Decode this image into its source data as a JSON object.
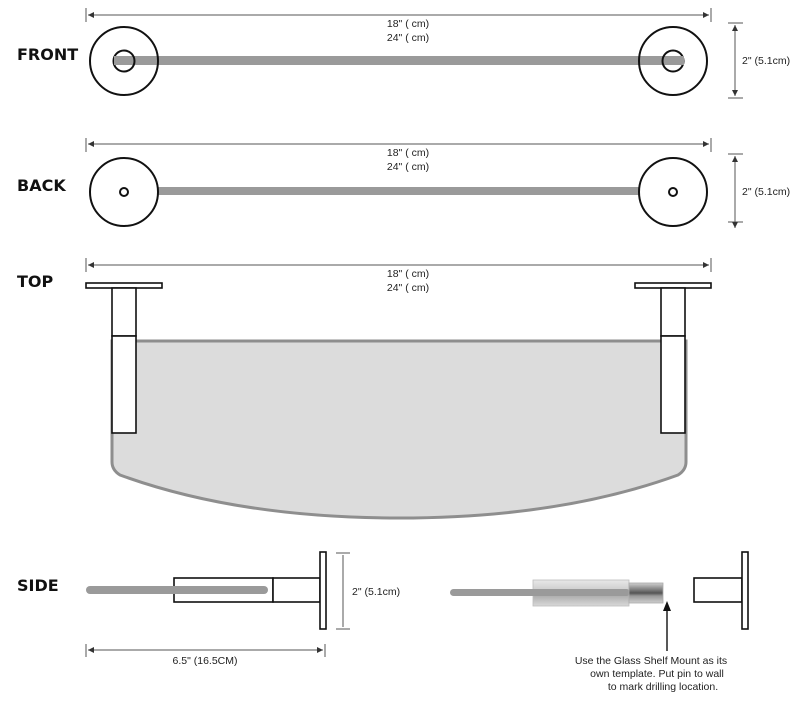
{
  "views": {
    "front": {
      "label": "FRONT",
      "width_dims": [
        "18\" (  cm)",
        "24\" (  cm)"
      ],
      "height_dim": "2\" (5.1cm)"
    },
    "back": {
      "label": "BACK",
      "width_dims": [
        "18\" (  cm)",
        "24\" (  cm)"
      ],
      "height_dim": "2\" (5.1cm)"
    },
    "top": {
      "label": "TOP",
      "width_dims": [
        "18\" (  cm)",
        "24\" (  cm)"
      ]
    },
    "side": {
      "label": "SIDE",
      "height_dim": "2\" (5.1cm)",
      "depth_dim": "6.5\" (16.5CM)"
    }
  },
  "note": {
    "lines": [
      "Use the Glass Shelf Mount as its",
      "own template. Put pin to wall",
      "to mark drilling location."
    ]
  },
  "colors": {
    "stroke": "#111111",
    "rod": "#9a9a9a",
    "glass_fill": "#dcdcdc",
    "glass_edge": "#8e8e8e",
    "dim_line": "#555555"
  }
}
